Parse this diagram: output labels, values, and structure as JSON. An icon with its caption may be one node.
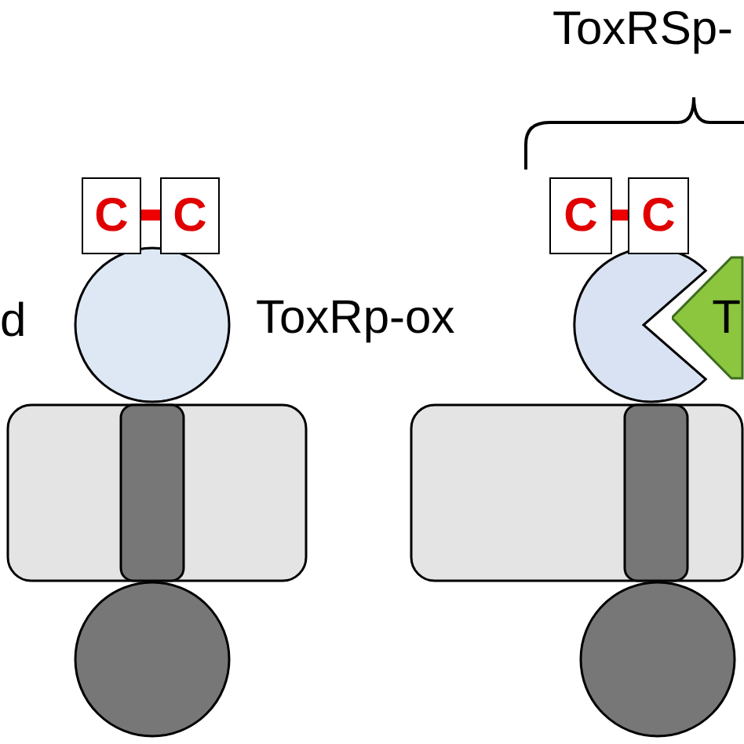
{
  "diagram": {
    "nodes": [
      {
        "text": [
          "C"
        ]
      },
      {
        "text": [
          "C"
        ]
      },
      {
        "text": [
          "C"
        ]
      },
      {
        "text": [
          "C"
        ]
      },
      {
        "text": [
          "T"
        ]
      }
    ],
    "edges": [
      {
        "from": 0,
        "to": 1,
        "arrow": "none",
        "color": "#ee0000"
      },
      {
        "from": 2,
        "to": 3,
        "arrow": "none",
        "color": "#ee0000"
      }
    ],
    "labels": [
      "ToxRSp-",
      "d",
      "ToxRp-ox"
    ]
  }
}
